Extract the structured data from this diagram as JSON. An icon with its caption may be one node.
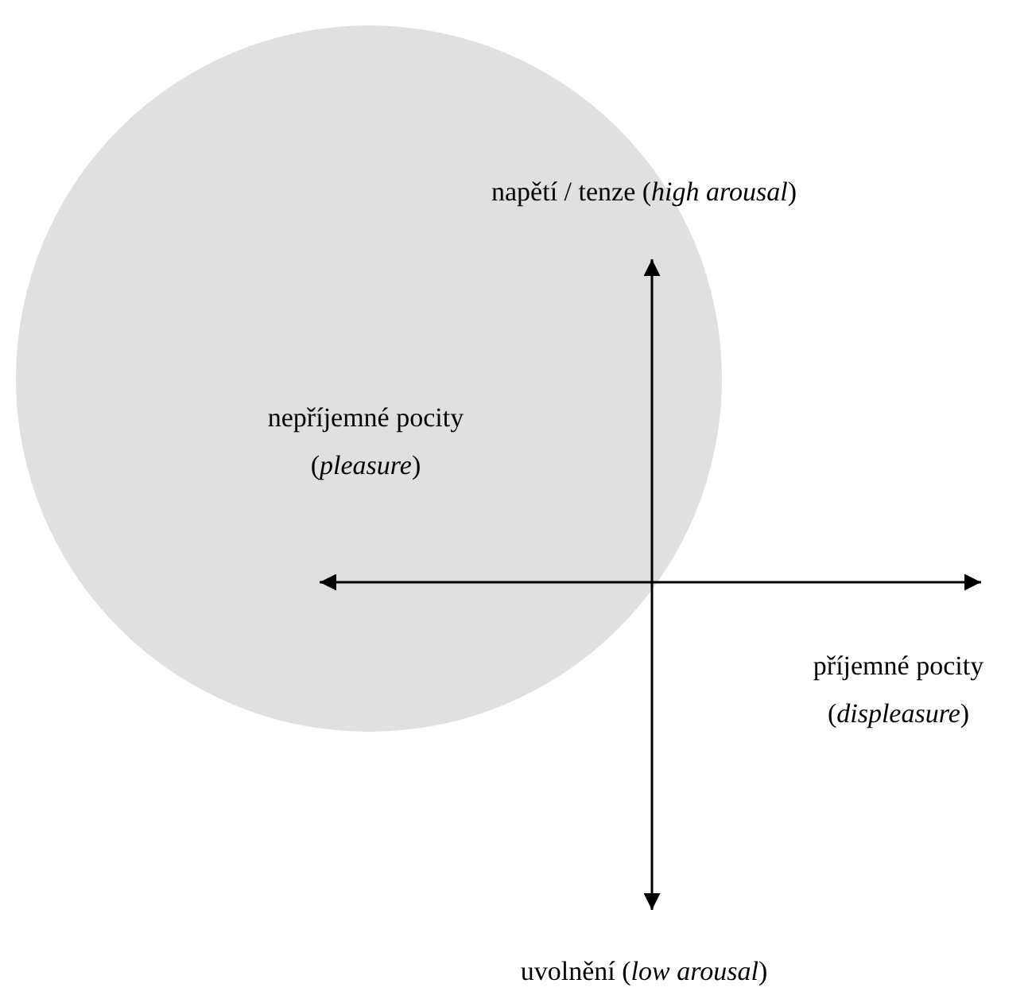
{
  "diagram": {
    "nodes": [
      {
        "text": [],
        "shape": "circle"
      }
    ],
    "labels": [
      "napětí / tenze (*high arousal*)",
      "nepříjemné pocity (*pleasure*)",
      "příjemné pocity (*displeasure*)",
      "uvolnění (*low arousal*)"
    ]
  }
}
